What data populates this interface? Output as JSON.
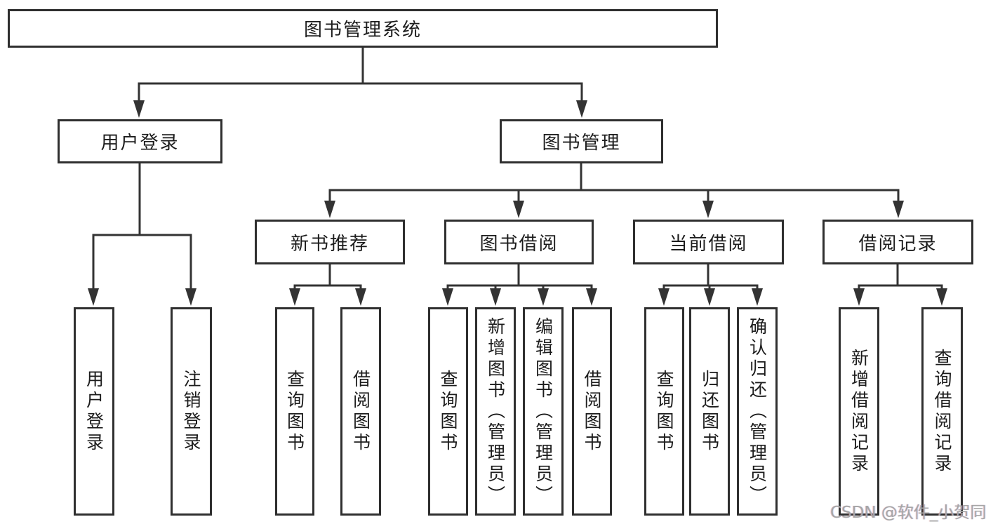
{
  "tree": {
    "root": {
      "label": "图书管理系统"
    },
    "user_login": {
      "label": "用户登录",
      "children": [
        "用户登录",
        "注销登录"
      ]
    },
    "book_mgmt": {
      "label": "图书管理"
    },
    "new_books": {
      "label": "新书推荐",
      "children": [
        "查询图书",
        "借阅图书"
      ]
    },
    "borrowing": {
      "label": "图书借阅",
      "children": [
        "查询图书",
        "新增图书（管理员）",
        "编辑图书（管理员）",
        "借阅图书"
      ]
    },
    "current_borrow": {
      "label": "当前借阅",
      "children": [
        "查询图书",
        "归还图书",
        "确认归还（管理员）"
      ]
    },
    "borrow_records": {
      "label": "借阅记录",
      "children": [
        "新增借阅记录",
        "查询借阅记录"
      ]
    }
  },
  "watermark": {
    "text": "CSDN @软件_小贺同学"
  },
  "colors": {
    "line": "#333333",
    "box_border": "#2f2f2f",
    "text": "#1c1c1c",
    "watermark": "#a6a6a6",
    "background": "#ffffff"
  }
}
